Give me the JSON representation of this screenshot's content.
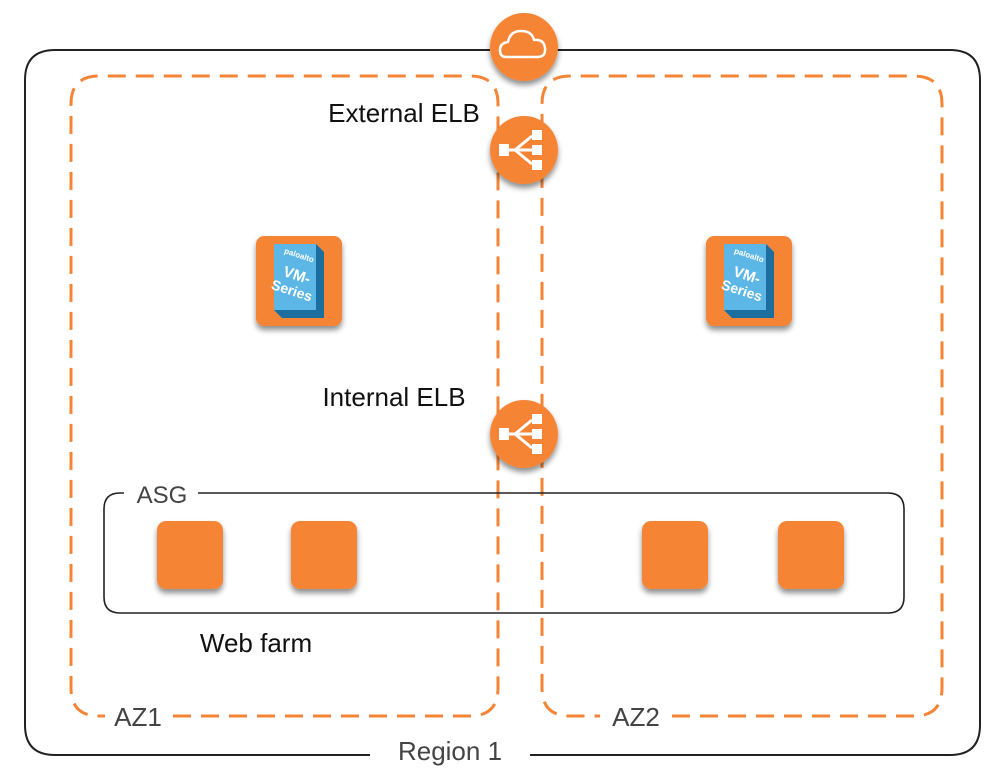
{
  "region": {
    "label": "Region 1"
  },
  "zones": [
    {
      "label": "AZ1"
    },
    {
      "label": "AZ2"
    }
  ],
  "load_balancers": {
    "external": {
      "label": "External ELB",
      "icon": "load-balancer-icon"
    },
    "internal": {
      "label": "Internal ELB",
      "icon": "load-balancer-icon"
    }
  },
  "internet": {
    "icon": "cloud-icon"
  },
  "firewalls": [
    {
      "brand": "paloalto",
      "line1": "VM-",
      "line2": "Series"
    },
    {
      "brand": "paloalto",
      "line1": "VM-",
      "line2": "Series"
    }
  ],
  "asg": {
    "label": "ASG",
    "instance_count": 4
  },
  "web_farm": {
    "label": "Web farm"
  },
  "colors": {
    "accent": "#F58536",
    "accent_dark": "#C9621B",
    "border": "#222222",
    "vm_blue": "#2E8FC9",
    "vm_blue_dark": "#1E6E9E",
    "vm_blue_light": "#5BB6E6"
  }
}
